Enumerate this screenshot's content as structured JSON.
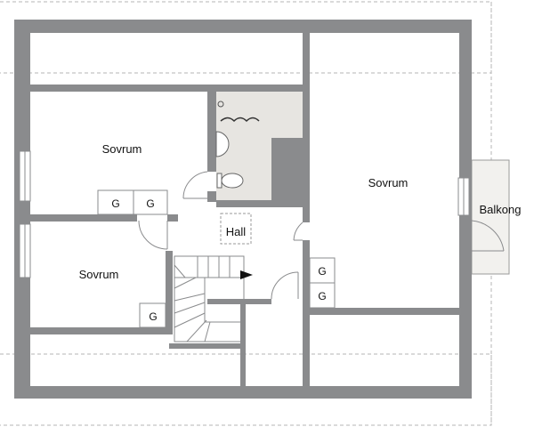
{
  "floorplan": {
    "rooms": {
      "bedroom_top_left": "Sovrum",
      "bedroom_bottom_left": "Sovrum",
      "bedroom_right": "Sovrum",
      "hall": "Hall",
      "balcony": "Balkong"
    },
    "wardrobe_label": "G",
    "colors": {
      "wall": "#8a8b8d",
      "bathroom_floor": "#e7e5e1",
      "balcony_floor": "#f2f1ee",
      "background": "#ffffff"
    }
  }
}
